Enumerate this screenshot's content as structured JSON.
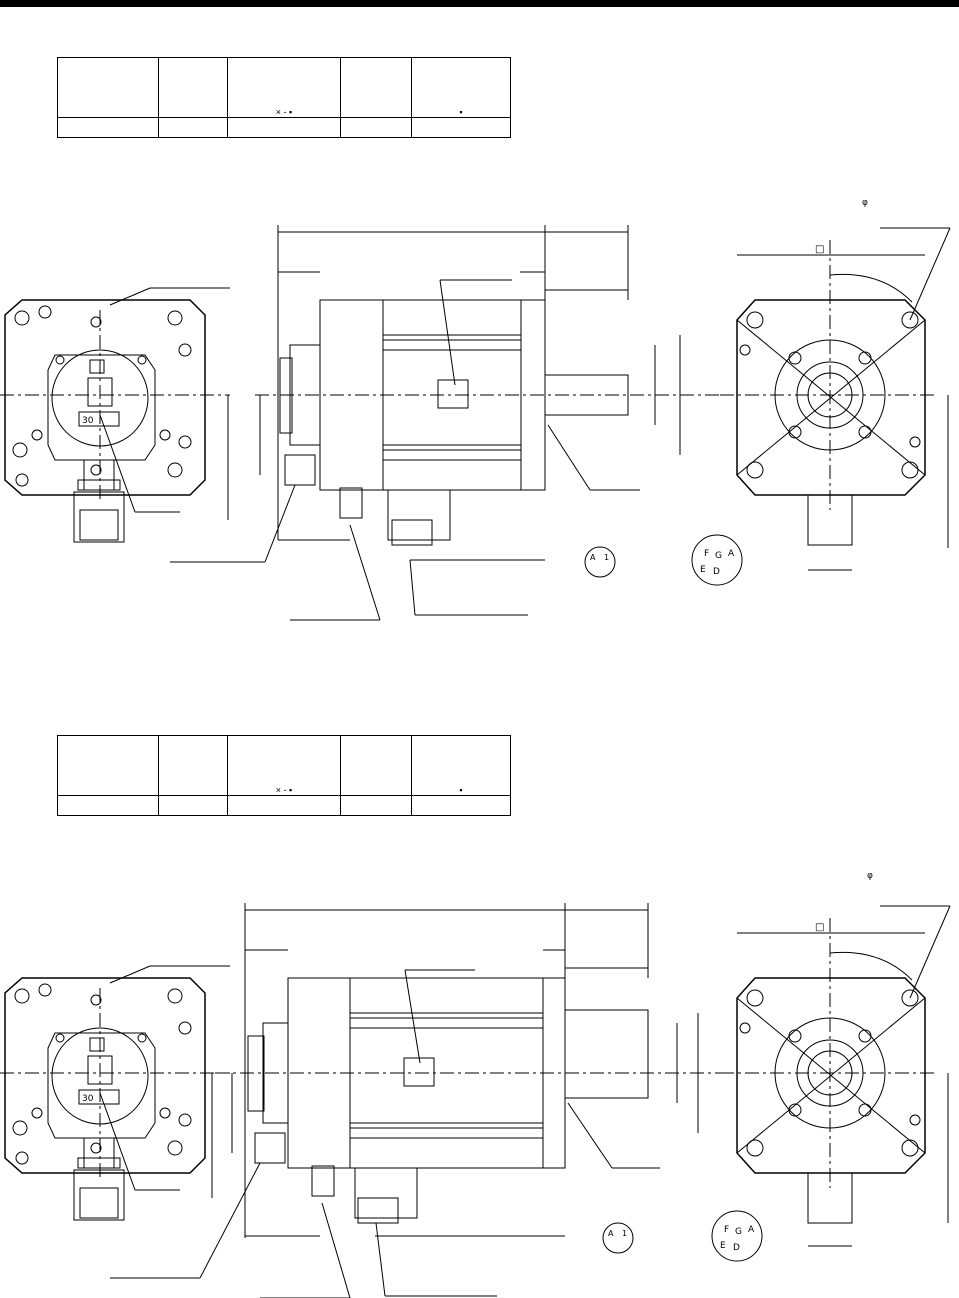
{
  "drawing_1": {
    "table_cells": [
      "",
      "",
      "×  ‑   ▪",
      "",
      "▪",
      "",
      "",
      "",
      "",
      ""
    ],
    "connector_power_letters": [
      "F",
      "G",
      "A",
      "E",
      "D"
    ],
    "connector_small_letters": [
      "A",
      "1"
    ],
    "square_symbol": "□",
    "diameter_symbol": "φ"
  },
  "drawing_2": {
    "table_cells": [
      "",
      "",
      "×  ‑   ▪",
      "",
      "▪",
      "",
      "",
      "",
      "",
      ""
    ],
    "connector_power_letters": [
      "F",
      "G",
      "A",
      "E",
      "D"
    ],
    "connector_small_letters": [
      "A",
      "1"
    ],
    "square_symbol": "□",
    "diameter_symbol": "φ"
  }
}
